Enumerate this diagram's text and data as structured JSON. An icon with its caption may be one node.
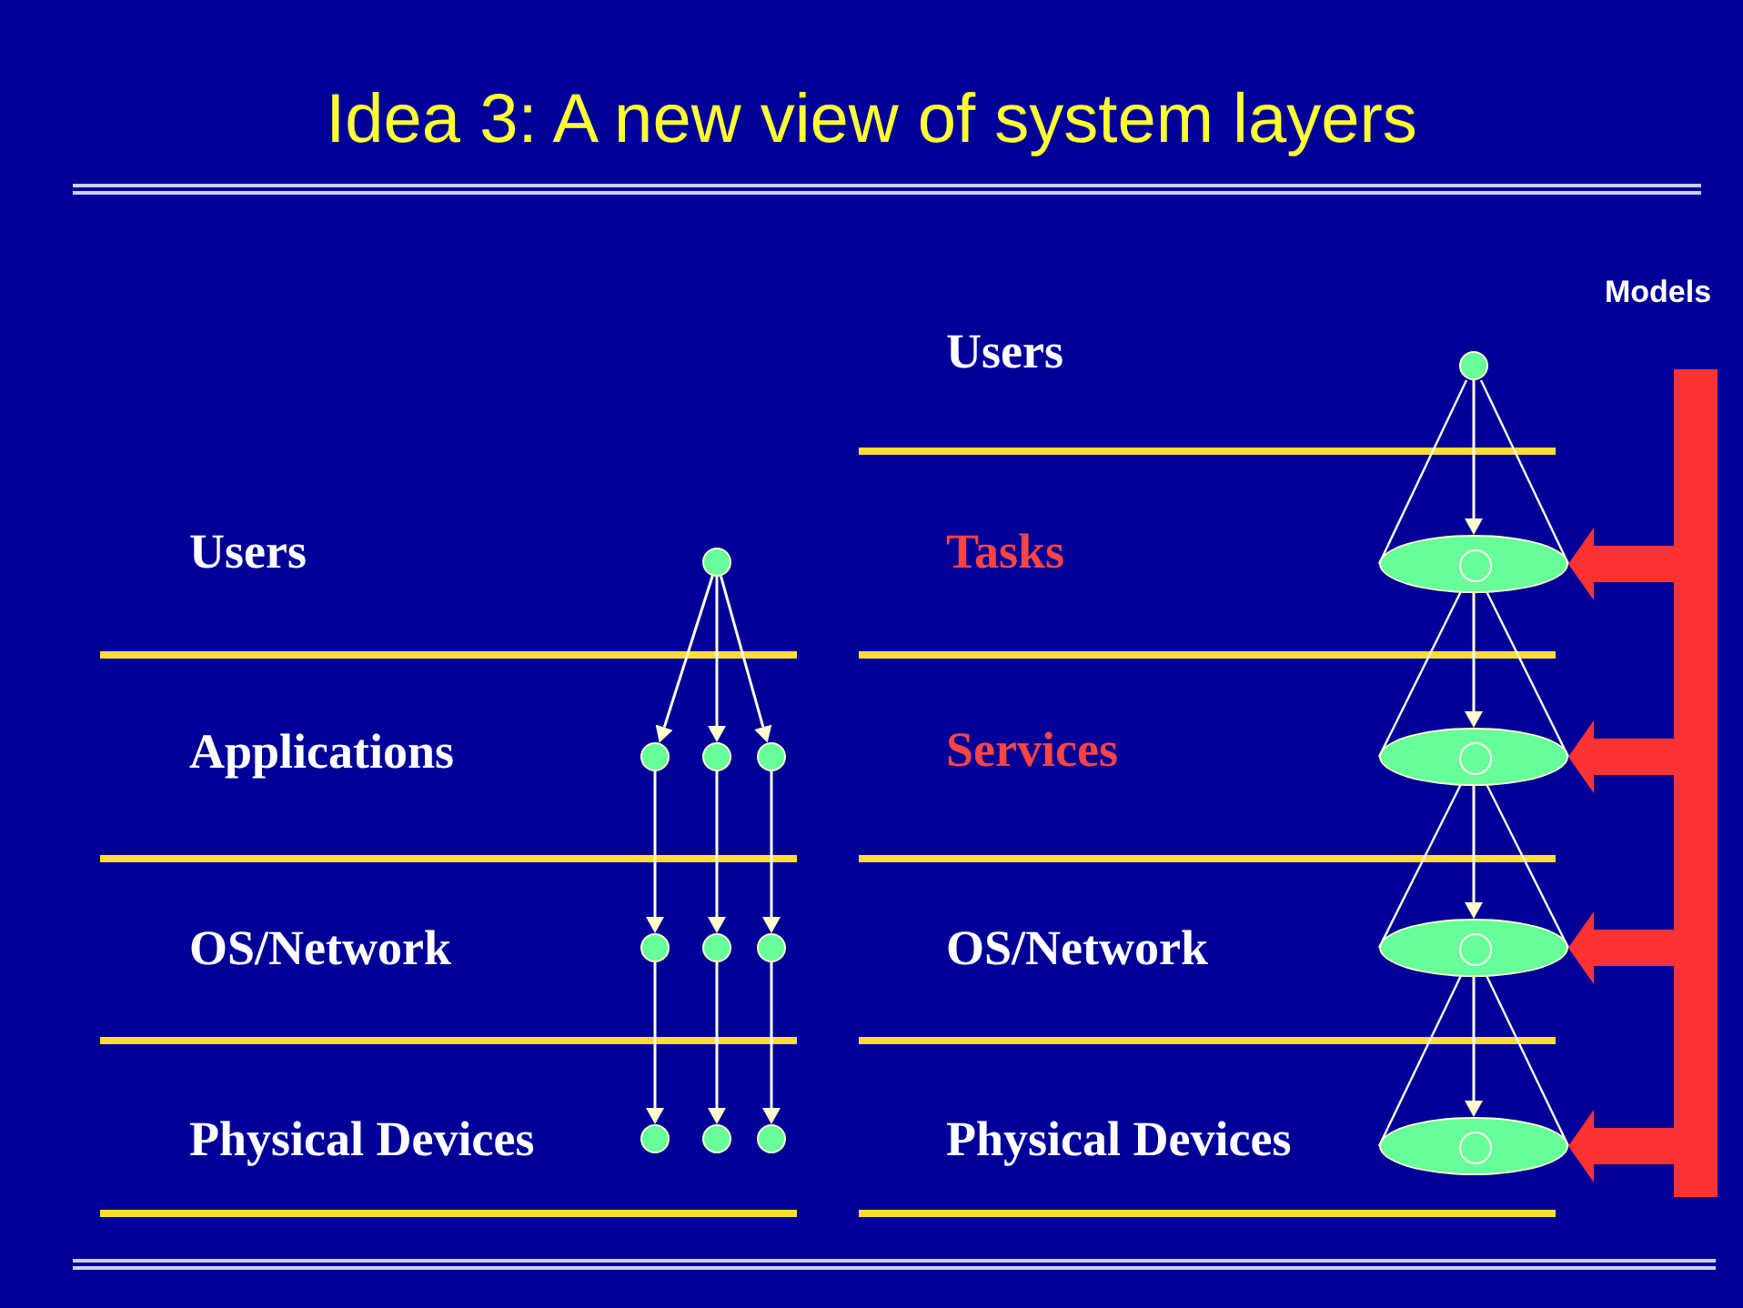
{
  "diagram": {
    "title": "Idea 3: A new view of system layers",
    "nodes": [
      {
        "text": [],
        "shape": "circle"
      },
      {
        "text": [],
        "shape": "circle"
      },
      {
        "text": [],
        "shape": "circle"
      },
      {
        "text": [],
        "shape": "circle"
      },
      {
        "text": [],
        "shape": "circle"
      },
      {
        "text": [],
        "shape": "circle"
      },
      {
        "text": [],
        "shape": "circle"
      },
      {
        "text": [],
        "shape": "circle"
      },
      {
        "text": [],
        "shape": "circle"
      },
      {
        "text": [],
        "shape": "circle"
      },
      {
        "text": [],
        "shape": "circle"
      },
      {
        "text": [],
        "shape": "ellipse"
      },
      {
        "text": [],
        "shape": "ellipse"
      },
      {
        "text": [],
        "shape": "ellipse"
      },
      {
        "text": [],
        "shape": "ellipse"
      },
      {
        "text": [
          "Models"
        ]
      }
    ],
    "edges": [
      {
        "from": 0,
        "to": 1,
        "arrow": "to"
      },
      {
        "from": 0,
        "to": 2,
        "arrow": "to"
      },
      {
        "from": 0,
        "to": 3,
        "arrow": "to"
      },
      {
        "from": 1,
        "to": 4,
        "arrow": "to"
      },
      {
        "from": 2,
        "to": 5,
        "arrow": "to"
      },
      {
        "from": 3,
        "to": 6,
        "arrow": "to"
      },
      {
        "from": 4,
        "to": 7,
        "arrow": "to"
      },
      {
        "from": 5,
        "to": 8,
        "arrow": "to"
      },
      {
        "from": 6,
        "to": 9,
        "arrow": "to"
      },
      {
        "from": 10,
        "to": 11,
        "arrow": "to"
      },
      {
        "from": 11,
        "to": 12,
        "arrow": "to"
      },
      {
        "from": 12,
        "to": 13,
        "arrow": "to"
      },
      {
        "from": 13,
        "to": 14,
        "arrow": "to"
      },
      {
        "from": 15,
        "to": 11,
        "arrow": "to",
        "style": "thick",
        "color": "#ff3333"
      },
      {
        "from": 15,
        "to": 12,
        "arrow": "to",
        "style": "thick",
        "color": "#ff3333"
      },
      {
        "from": 15,
        "to": 13,
        "arrow": "to",
        "style": "thick",
        "color": "#ff3333"
      },
      {
        "from": 15,
        "to": 14,
        "arrow": "to",
        "style": "thick",
        "color": "#ff3333"
      }
    ],
    "labels": [
      "Users",
      "Users",
      "Applications",
      "Tasks",
      "Services",
      "OS/Network",
      "OS/Network",
      "Physical Devices",
      "Physical Devices"
    ]
  }
}
